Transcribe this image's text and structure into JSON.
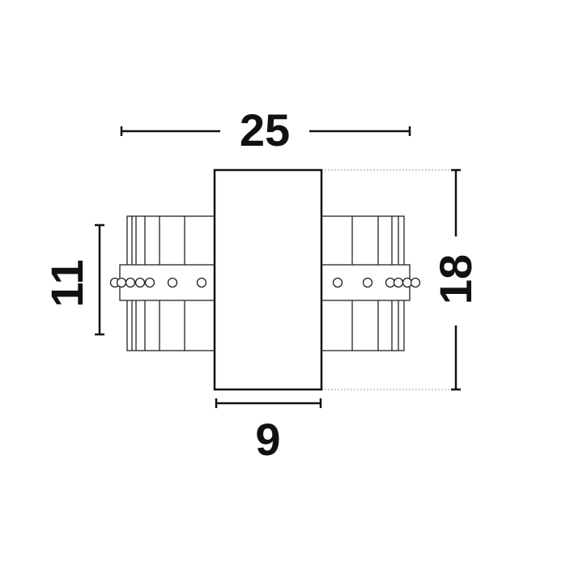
{
  "dimensions": {
    "width": "25",
    "height": "18",
    "body_width": "9",
    "ring_height": "11"
  },
  "colors": {
    "line": "#111111",
    "guide": "#bdbdbd",
    "background": "#ffffff"
  }
}
